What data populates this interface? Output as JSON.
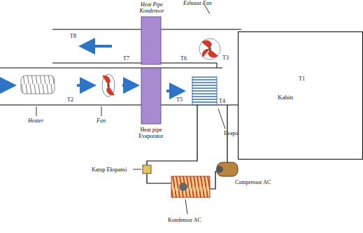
{
  "diagram": {
    "nodes": [
      {
        "text": [
          "T1",
          "Kabin"
        ]
      }
    ],
    "labels": [
      "Heat Pipe Kondensor",
      "Exhaust Fan",
      "T8",
      "T7",
      "T6",
      "T3",
      "T2",
      "T5",
      "T4",
      "Heater",
      "Fan",
      "Heat pipe Evaporator",
      "Evaporator AC",
      "Katup Ekspansi",
      "Compressor AC",
      "Kondensor AC"
    ]
  }
}
